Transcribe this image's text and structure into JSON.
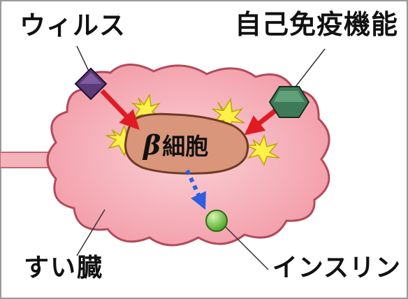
{
  "labels": {
    "virus": "ウィルス",
    "immune": "自己免疫機能",
    "pancreas": "すい臓",
    "insulin": "インスリン",
    "beta_symbol": "β",
    "beta_cell": "細胞"
  },
  "colors": {
    "pancreas_fill": "#f4a6b0",
    "pancreas_stroke": "#b24a5a",
    "duct": "#f3b3b8",
    "beta_cell_fill": "#d9967a",
    "beta_cell_stroke": "#6e3b25",
    "arrow_red": "#e01b24",
    "virus": "#5b3a78",
    "immune": "#3f7a58",
    "insulin": "#6cc33f",
    "insulin_arrow": "#2f5ee0",
    "burst": "#fff04a"
  },
  "icons": {
    "virus": "diamond-virus-icon",
    "immune": "hexagon-immune-cell-icon",
    "insulin": "green-circle-insulin-icon"
  }
}
